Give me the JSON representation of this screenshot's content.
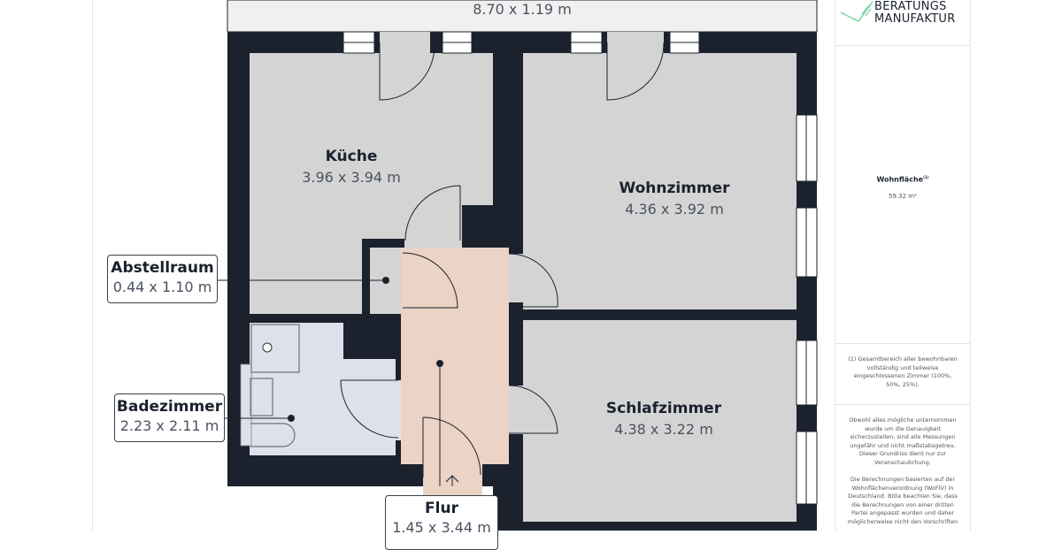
{
  "rooms": {
    "balkon": {
      "dims": "8.70 x 1.19 m"
    },
    "kueche": {
      "name": "Küche",
      "dims": "3.96 x 3.94 m"
    },
    "wohnzimmer": {
      "name": "Wohnzimmer",
      "dims": "4.36 x 3.92 m"
    },
    "schlafzimmer": {
      "name": "Schlafzimmer",
      "dims": "4.38 x 3.22 m"
    },
    "abstellraum": {
      "name": "Abstellraum",
      "dims": "0.44 x 1.10 m"
    },
    "badezimmer": {
      "name": "Badezimmer",
      "dims": "2.23 x 2.11 m"
    },
    "flur": {
      "name": "Flur",
      "dims": "1.45 x 3.44 m"
    }
  },
  "colors": {
    "wall": "#1b222d",
    "room": "#d4d4d4",
    "hall": "#ebd3c5",
    "bath": "#dde1ec",
    "balcony": "#f0f0f0",
    "logo": "#7fd1a6"
  },
  "panel": {
    "logo_line1": "BERATUNGS",
    "logo_line2": "MANUFAKTUR",
    "area_label": "Wohnfläche",
    "area_sup": "(1)",
    "area_value": "59.32 m²",
    "footnote": "(1) Gesamtbereich aller bewohnbaren vollständig und teilweise eingeschlossenen Zimmer (100%, 50%, 25%).",
    "disclaimer1": "Obwohl alles mögliche unternommen wurde um die Genauigkeit sicherzustellen, sind alle Messungen ungefähr und nicht maßstabsgetreu. Dieser Grundriss dient nur zur Veranschaulichung.",
    "disclaimer2": "Die Berechnungen basierten auf der Wohnflächenverordnung (WoFlV) in Deutschland. Bitte beachten Sie, dass die Berechnungen von einer dritten Partei angepasst wurden und daher möglicherweise nicht den Vorschriften"
  }
}
